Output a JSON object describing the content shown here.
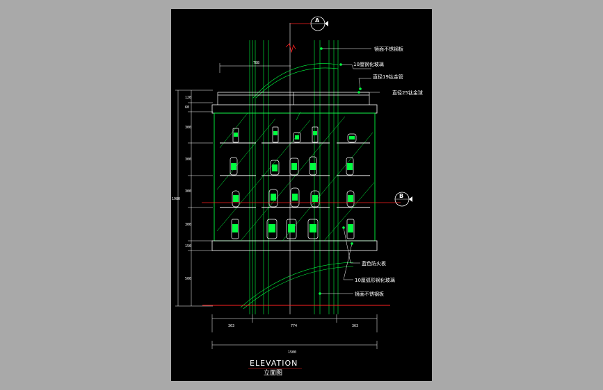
{
  "drawing": {
    "title": "ELEVATION",
    "subtitle": "立面图",
    "section_markers": [
      "A",
      "B"
    ],
    "callouts_top": [
      "镜面不锈钢板",
      "10厘钢化玻璃",
      "直径19钛金管",
      "直径25钛金球"
    ],
    "callouts_bottom": [
      "蓝色防火板",
      "10厘弧形钢化玻璃",
      "镜面不锈钢板"
    ],
    "dims_vertical": [
      "120",
      "60",
      "300",
      "300",
      "300",
      "300",
      "150",
      "500",
      "1980"
    ],
    "dims_horizontal": [
      "363",
      "774",
      "363",
      "1500"
    ],
    "top_dim": "788"
  },
  "colors": {
    "sheet": "#000000",
    "frame": "#00ff40",
    "annotation": "#ffffff",
    "cut_line": "#ff2020",
    "bubble": "#ffffff"
  }
}
